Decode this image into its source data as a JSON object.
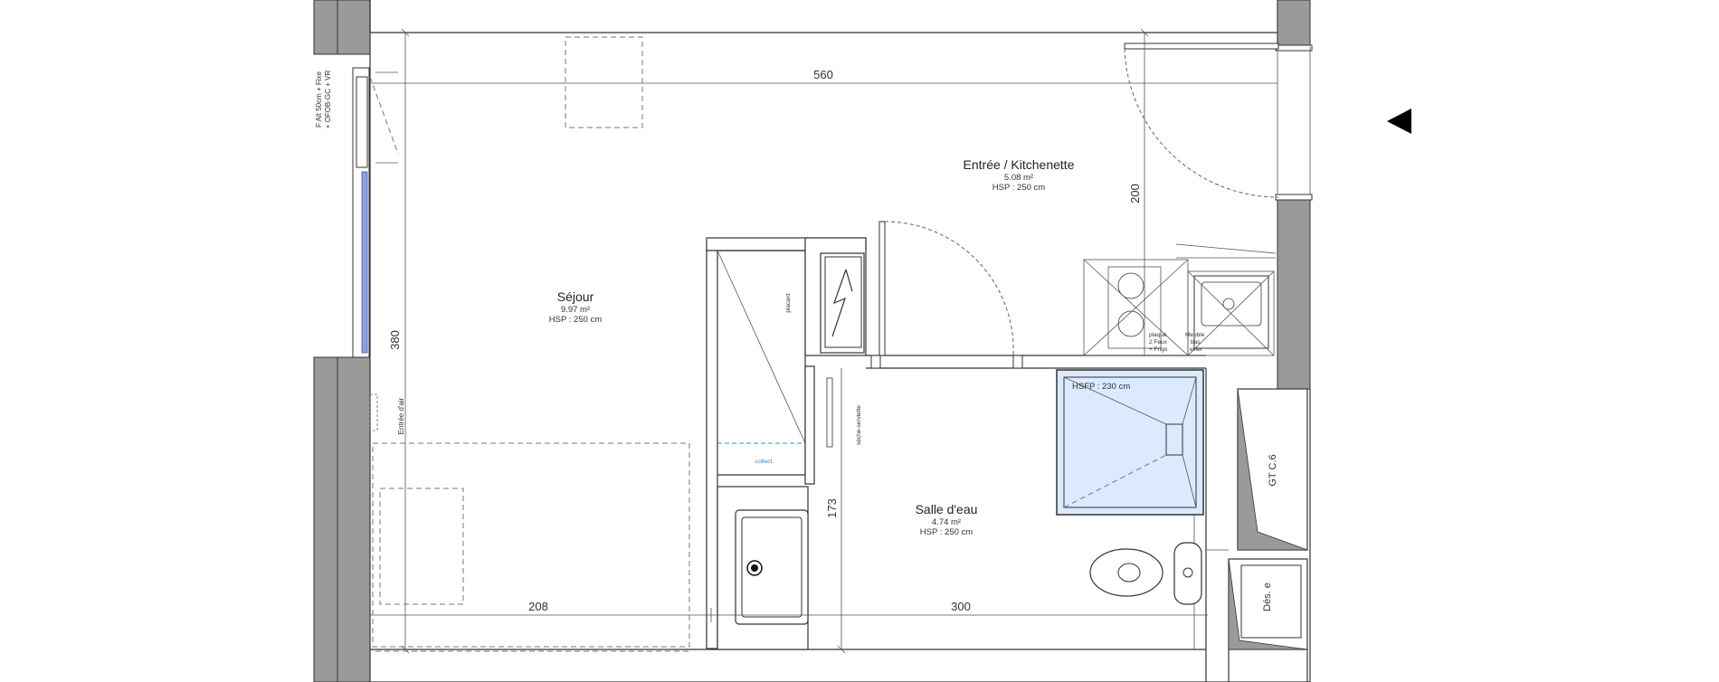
{
  "rooms": {
    "sejour": {
      "name": "Séjour",
      "area": "9.97 m²",
      "hsp": "HSP : 250 cm"
    },
    "entree": {
      "name": "Entrée / Kitchenette",
      "area": "5.08 m²",
      "hsp": "HSP : 250 cm"
    },
    "salle_eau": {
      "name": "Salle d'eau",
      "area": "4.74 m²",
      "hsp": "HSP : 250 cm"
    }
  },
  "dimensions": {
    "top_width": "560",
    "sejour_depth": "380",
    "entree_depth": "200",
    "bath_depth": "173",
    "bottom_left": "208",
    "bottom_right": "300"
  },
  "labels": {
    "window_line1": "F Alt 50cm + Fixe",
    "window_line2": "+ OFOB-GC + VR",
    "air_inlet": "Entrée d'air",
    "placard": "placard",
    "collecteur": "collect.",
    "seche_serviette": "sèche-serviette",
    "shower_hsfp": "HSFP : 230 cm",
    "cooktop_line1": "plaque",
    "cooktop_line2": "2 Feux",
    "cooktop_line3": "+ Frigo",
    "sink_line1": "Meuble",
    "sink_line2": "bas",
    "sink_line3": "evier",
    "gaine_technique": "GT C.6",
    "desenfumage": "Dés. e"
  },
  "colors": {
    "wall_fill": "#9a9a9a",
    "shower_fill": "#dbeaff",
    "door_arc": "#5a5aa8",
    "collect_text": "#2f8fd8",
    "north_arrow": "#000000"
  },
  "icons": {
    "north_arrow": "triangle-left-icon",
    "electric_panel": "lightning-icon",
    "floor_drain": "drain-icon"
  }
}
